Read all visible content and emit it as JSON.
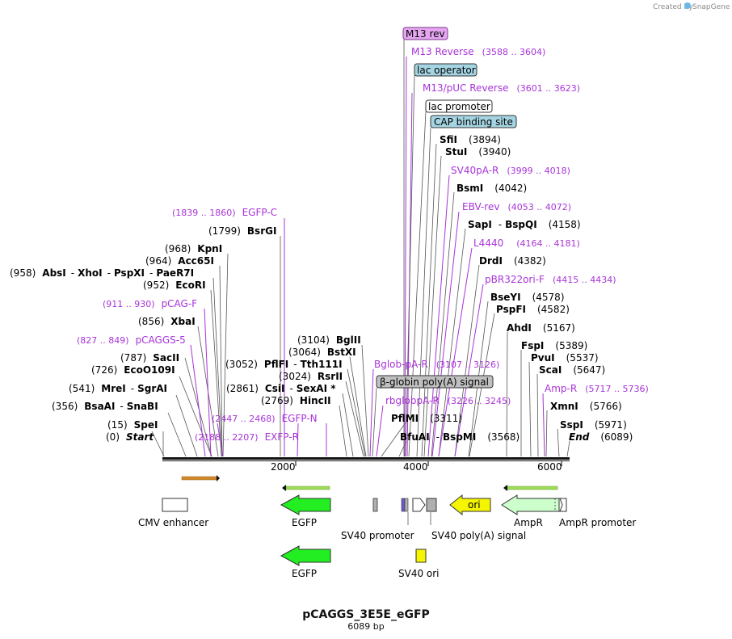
{
  "title": "pCAGGS_3E5E_eGFP",
  "length": "6089 bp",
  "credit": "Created by",
  "credit_brand": "SnapGene",
  "ruler": {
    "t2000": "2000",
    "t4000": "4000",
    "t6000": "6000"
  },
  "cut": {
    "spei": {
      "pos": "(15)",
      "name": "SpeI"
    },
    "start": {
      "pos": "(0)",
      "name": "Start"
    },
    "bsaai": {
      "pos": "(356)",
      "name": "BsaAI",
      "sep": "-",
      "name2": "SnaBI"
    },
    "mrei": {
      "pos": "(541)",
      "name": "MreI",
      "sep": "-",
      "name2": "SgrAI"
    },
    "ecoo109i": {
      "pos": "(726)",
      "name": "EcoO109I"
    },
    "saci": {
      "pos": "(787)",
      "name": "SacII"
    },
    "xbai": {
      "pos": "(856)",
      "name": "XbaI"
    },
    "ecori": {
      "pos": "(952)",
      "name": "EcoRI"
    },
    "absi": {
      "pos": "(958)",
      "name": "AbsI",
      "sep1": "-",
      "name2": "XhoI",
      "sep2": "-",
      "name3": "PspXI",
      "sep3": "-",
      "name4": "PaeR7I"
    },
    "acc65i": {
      "pos": "(964)",
      "name": "Acc65I"
    },
    "kpni": {
      "pos": "(968)",
      "name": "KpnI"
    },
    "bsrgi": {
      "pos": "(1799)",
      "name": "BsrGI"
    },
    "hincii": {
      "pos": "(2769)",
      "name": "HincII"
    },
    "csii": {
      "pos": "(2861)",
      "name": "CsiI",
      "sep": "-",
      "name2": "SexAI *"
    },
    "rsrii": {
      "pos": "(3024)",
      "name": "RsrII"
    },
    "pflfi": {
      "pos": "(3052)",
      "name": "PflFI",
      "sep": "-",
      "name2": "Tth111I"
    },
    "bstxi": {
      "pos": "(3064)",
      "name": "BstXI"
    },
    "bglii": {
      "pos": "(3104)",
      "name": "BglII"
    },
    "pflmi": {
      "pos": "(3311)",
      "name": "PflMI"
    },
    "bfuai": {
      "name": "BfuAI",
      "sep": "-",
      "name2": "BspMI",
      "pos": "(3568)"
    },
    "sfii": {
      "name": "SfiI",
      "pos": "(3894)"
    },
    "stui": {
      "name": "StuI",
      "pos": "(3940)"
    },
    "bsmi": {
      "name": "BsmI",
      "pos": "(4042)"
    },
    "sapi": {
      "name": "SapI",
      "sep": "-",
      "name2": "BspQI",
      "pos": "(4158)"
    },
    "drdi": {
      "name": "DrdI",
      "pos": "(4382)"
    },
    "bseyi": {
      "name": "BseYI",
      "pos": "(4578)"
    },
    "pspfi": {
      "name": "PspFI",
      "pos": "(4582)"
    },
    "ahdi": {
      "name": "AhdI",
      "pos": "(5167)"
    },
    "fspi": {
      "name": "FspI",
      "pos": "(5389)"
    },
    "pvui": {
      "name": "PvuI",
      "pos": "(5537)"
    },
    "scai": {
      "name": "ScaI",
      "pos": "(5647)"
    },
    "xmni": {
      "name": "XmnI",
      "pos": "(5766)"
    },
    "sspi": {
      "name": "SspI",
      "pos": "(5971)"
    },
    "end": {
      "name": "End",
      "pos": "(6089)"
    }
  },
  "primers": {
    "egfpc": {
      "range": "(1839 .. 1860)",
      "name": "EGFP-C"
    },
    "pcagf": {
      "range": "(911 .. 930)",
      "name": "pCAG-F"
    },
    "pcaggs5": {
      "range": "(827 .. 849)",
      "name": "pCAGGS-5"
    },
    "egfpn": {
      "range": "(2447 .. 2468)",
      "name": "EGFP-N"
    },
    "exfpr": {
      "range": "(2188 .. 2207)",
      "name": "EXFP-R"
    },
    "m13rev2": {
      "name": "M13 Reverse",
      "range": "(3588 .. 3604)"
    },
    "m13puc": {
      "name": "M13/pUC Reverse",
      "range": "(3601 .. 3623)"
    },
    "sv40par": {
      "name": "SV40pA-R",
      "range": "(3999 .. 4018)"
    },
    "ebvrev": {
      "name": "EBV-rev",
      "range": "(4053 .. 4072)"
    },
    "l4440": {
      "name": "L4440",
      "range": "(4164 .. 4181)"
    },
    "pbr322": {
      "name": "pBR322ori-F",
      "range": "(4415 .. 4434)"
    },
    "bglobpar": {
      "name": "Bglob-pA-R",
      "range": "(3107 .. 3126)"
    },
    "rbglob": {
      "name": "rbglobpA-R",
      "range": "(3226 .. 3245)"
    },
    "ampr": {
      "name": "Amp-R",
      "range": "(5717 .. 5736)"
    }
  },
  "boxes": {
    "m13rev": "M13 rev",
    "lacop": "lac operator",
    "lacprom": "lac promoter",
    "cap": "CAP binding site",
    "betaglob": "β-globin poly(A) signal"
  },
  "features": {
    "cmv": "CMV enhancer",
    "egfp1": "EGFP",
    "sv40prom": "SV40 promoter",
    "sv40pa": "SV40 poly(A) signal",
    "ori": "ori",
    "ampr": "AmpR",
    "amprprom": "AmpR promoter",
    "egfp2": "EGFP",
    "sv40ori": "SV40 ori"
  },
  "colors": {
    "primer": "#a833d8",
    "egfp": "#22ee22",
    "ori": "#f5f500",
    "ampr": "#ccffcc",
    "sv40ori": "#f5f500",
    "m13box": "#e6a6f2",
    "lacbox": "#a5d5e3",
    "grey": "#b0b0b0"
  }
}
